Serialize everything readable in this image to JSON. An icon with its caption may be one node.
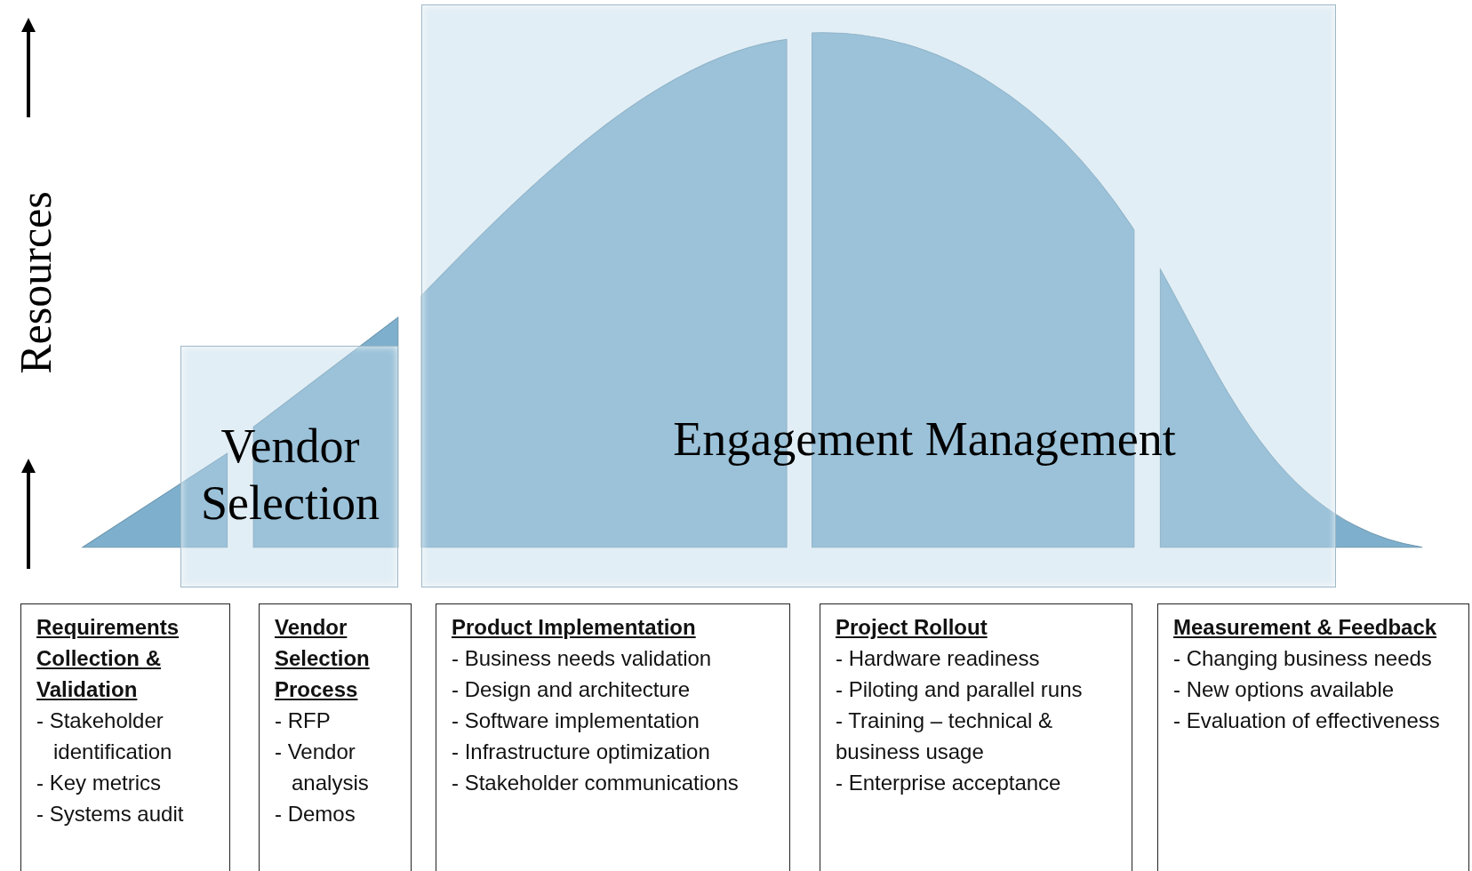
{
  "diagram": {
    "nodes": [
      {
        "text": [
          "Vendor Selection"
        ]
      },
      {
        "text": [
          "Engagement Management"
        ]
      },
      {
        "text": [
          "Requirements Collection & Validation",
          "- Stakeholder identification",
          "- Key metrics",
          "- Systems audit"
        ]
      },
      {
        "text": [
          "Vendor Selection Process",
          "- RFP",
          "- Vendor analysis",
          "- Demos"
        ]
      },
      {
        "text": [
          "Product Implementation",
          "- Business needs validation",
          "- Design and architecture",
          "- Software implementation",
          "- Infrastructure optimization",
          "- Stakeholder communications"
        ]
      },
      {
        "text": [
          "Project Rollout",
          "- Hardware readiness",
          "- Piloting and parallel runs",
          "- Training – technical & business usage",
          "- Enterprise acceptance"
        ]
      },
      {
        "text": [
          "Measurement & Feedback",
          "- Changing business needs",
          "- New options available",
          "- Evaluation of effectiveness"
        ]
      }
    ],
    "labels": [
      "Resources"
    ]
  }
}
